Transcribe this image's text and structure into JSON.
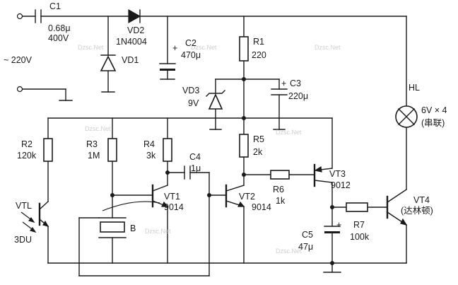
{
  "labels": {
    "c1": "C1",
    "c1_value": "0.68μ",
    "c1_voltage": "400V",
    "vd2": "VD2",
    "vd2_part": "1N4004",
    "vd1": "VD1",
    "ac_input": "~ 220V",
    "c2": "C2",
    "c2_value": "470μ",
    "r1": "R1",
    "r1_value": "220",
    "vd3": "VD3",
    "vd3_value": "9V",
    "c3": "C3",
    "c3_value": "220μ",
    "r2": "R2",
    "r2_value": "120k",
    "r3": "R3",
    "r3_value": "1M",
    "r4": "R4",
    "r4_value": "3k",
    "c4": "C4",
    "c4_value": "1μ",
    "r5": "R5",
    "r5_value": "2k",
    "vt1": "VT1",
    "vt1_part": "9014",
    "vt2": "VT2",
    "vt2_part": "9014",
    "r6": "R6",
    "r6_value": "1k",
    "vt3": "VT3",
    "vt3_part": "9012",
    "hl": "HL",
    "hl_value": "6V × 4",
    "hl_note": "(串联)",
    "vt4": "VT4",
    "vt4_part": "(达林顿)",
    "r7": "R7",
    "r7_value": "100k",
    "vtl": "VTL",
    "vtl_part": "3DU",
    "b": "B",
    "c5": "C5",
    "c5_value": "47μ",
    "plus": "+",
    "watermark": "Dzsc.Net"
  }
}
